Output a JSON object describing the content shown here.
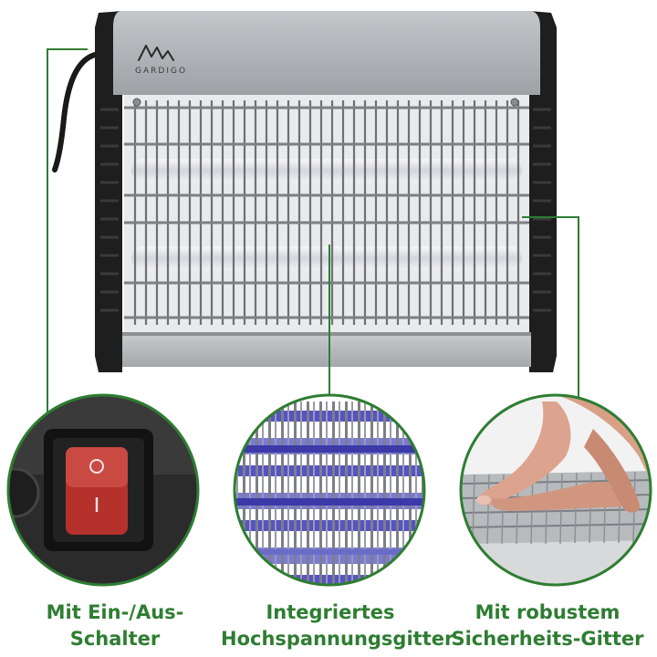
{
  "product": {
    "brand_logo": "GARDIGO",
    "logo_icon": "gardigo-waves-logo"
  },
  "features": [
    {
      "id": "switch",
      "line1": "Mit Ein-/Aus-",
      "line2": "Schalter",
      "icon": "rocker-switch-icon"
    },
    {
      "id": "grid",
      "line1": "Integriertes",
      "line2": "Hochspannungsgitter",
      "icon": "high-voltage-grid-icon"
    },
    {
      "id": "safety",
      "line1": "Mit robustem",
      "line2": "Sicherheits-Gitter",
      "icon": "safety-grid-icon"
    }
  ],
  "colors": {
    "accent_green": "#2e7d32",
    "housing_silver": "#a9adb0",
    "frame_black": "#1e1e1e",
    "switch_red": "#b5322c",
    "uv_blue": "#4a48c8"
  }
}
